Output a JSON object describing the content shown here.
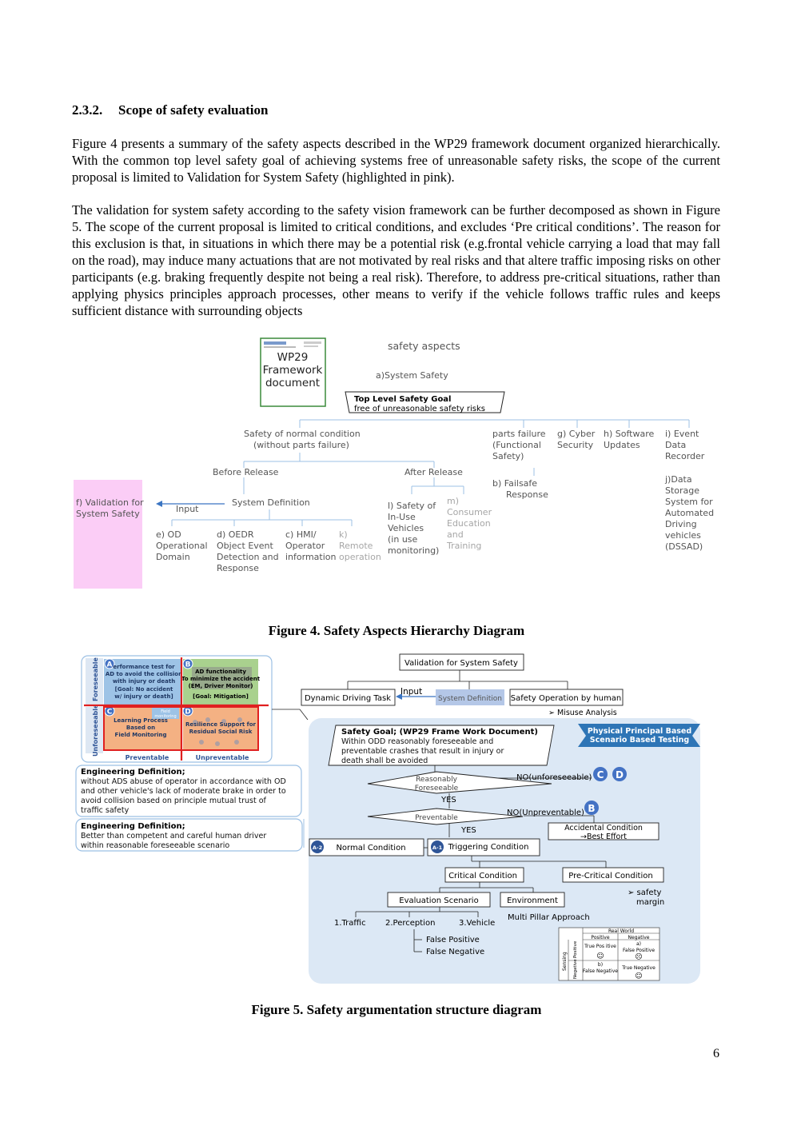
{
  "section": {
    "number": "2.3.2.",
    "title": "Scope of safety evaluation"
  },
  "paragraphs": [
    "Figure 4 presents a summary of the safety aspects described in the WP29 framework document organized hierarchically. With the common top level safety goal of achieving systems free of unreasonable safety risks, the scope of the current proposal is limited to Validation for System Safety (highlighted in pink).",
    "The validation for system safety according to the safety vision framework can be further decomposed as shown in Figure 5. The scope of the current proposal is limited to critical conditions, and excludes ‘Pre critical conditions’. The reason for this exclusion is that, in situations in which there may be a potential risk (e.g.frontal vehicle carrying a load that may fall on the road), may induce many actuations that are not motivated by real risks and that altere traffic imposing risks on other participants (e.g. braking frequently despite not being a real risk). Therefore, to address pre-critical situations, rather than applying physics principles approach processes, other means to verify if the vehicle follows traffic rules and keeps sufficient distance with surrounding objects"
  ],
  "figure4": {
    "caption": "Figure 4. Safety Aspects Hierarchy Diagram",
    "doc_label": [
      "WP29",
      "Framework",
      "document"
    ],
    "root": "safety aspects",
    "system_safety": "a)System Safety",
    "top_goal_title": "Top Level Safety Goal",
    "top_goal_sub": "free of unreasonable safety risks",
    "normal_condition": [
      "Safety of normal condition",
      "(without parts failure)"
    ],
    "before_release": "Before Release",
    "after_release": "After Release",
    "validation": [
      "f) Validation for",
      "System Safety"
    ],
    "input": "Input",
    "system_definition": "System Definition",
    "od": [
      "e) OD",
      "Operational",
      "Domain"
    ],
    "oedr": [
      "d) OEDR",
      "Object Event",
      "Detection and",
      "Response"
    ],
    "hmi": [
      "c) HMI/",
      "Operator",
      "information"
    ],
    "remote": [
      "k)",
      "Remote",
      "operation"
    ],
    "in_use": [
      "l) Safety of",
      "In-Use",
      "Vehicles",
      "(in use",
      "monitoring)"
    ],
    "consumer": [
      "m)",
      "Consumer",
      "Education",
      "and",
      "Training"
    ],
    "parts_failure": [
      "parts failure",
      "(Functional",
      "Safety)"
    ],
    "failsafe": [
      "b) Failsafe",
      "Response"
    ],
    "cyber": [
      "g) Cyber",
      "Security"
    ],
    "software": [
      "h) Software",
      "Updates"
    ],
    "recorder": [
      "i) Event",
      "Data",
      "Recorder"
    ],
    "dssad": [
      "j)Data",
      "Storage",
      "System for",
      "Automated",
      "Driving",
      "vehicles",
      "(DSSAD)"
    ]
  },
  "figure5": {
    "caption": "Figure 5. Safety argumentation structure diagram",
    "matrix": {
      "row_foreseeable": "Foreseeable",
      "row_unforeseeable": "Unforeseeable",
      "col_preventable": "Preventable",
      "col_unpreventable": "Unpreventable",
      "a_letter": "A",
      "a_text": [
        "erformance test for",
        "AD to avoid the collision",
        "with injury or death",
        "[Goal: No accident",
        "w/ injury or death]"
      ],
      "b_letter": "B",
      "b_text": [
        "AD functionality",
        "To minimize the accident",
        "(EM, Driver Monitor)",
        "[Goal: Mitigation]"
      ],
      "c_letter": "C",
      "c_text": [
        "Learning Process",
        "Based on",
        "Field Monitoring"
      ],
      "c_small": [
        "Field",
        "monitoring"
      ],
      "d_letter": "D",
      "d_text": [
        "Resilience Support for",
        "Residual Social Risk"
      ]
    },
    "eng_def1_title": "Engineering Definition;",
    "eng_def1_text": [
      "without ADS abuse of operator in accordance with OD",
      "and other vehicle's lack of moderate brake in order to",
      "avoid collision based on principle mutual trust of",
      "traffic safety"
    ],
    "eng_def2_title": "Engineering Definition;",
    "eng_def2_text": [
      "Better than competent and careful human driver",
      "within reasonable foreseeable scenario"
    ],
    "validation": "Validation for System Safety",
    "ddt": "Dynamic Driving Task",
    "input": "Input",
    "system_definition": "System Definition",
    "safety_operation": "Safety Operation by human",
    "misuse": "➢ Misuse Analysis",
    "banner": [
      "Physical Principal Based",
      "Scenario Based Testing"
    ],
    "safety_goal_title": "Safety Goal; (WP29 Frame Work Document)",
    "safety_goal_text": [
      "Within ODD reasonably foreseeable and",
      "preventable crashes that result in injury or",
      "death shall be avoided"
    ],
    "reasonably": [
      "Reasonably",
      "Foreseeable"
    ],
    "no_unforeseeable": "NO(unforeseeable)",
    "yes1": "YES",
    "preventable": "Preventable",
    "no_unpreventable": "NO(Unpreventable)",
    "yes2": "YES",
    "accidental": [
      "Accidental Condition",
      "→Best Effort"
    ],
    "a2": "A-2",
    "normal": "Normal Condition",
    "a1": "A-1",
    "triggering": "Triggering Condition",
    "critical": "Critical Condition",
    "precritical": "Pre-Critical Condition",
    "safety_margin": [
      "➢ safety",
      "margin"
    ],
    "eval_scenario": "Evaluation Scenario",
    "environment": "Environment",
    "multi_pillar": "Multi Pillar Approach",
    "traffic": "1.Traffic",
    "perception": "2.Perception",
    "vehicle": "3.Vehicle",
    "false_positive": "False Positive",
    "false_negative": "False Negative",
    "circle_c": "C",
    "circle_d": "D",
    "circle_b": "B",
    "cm": {
      "real_world": "Real World",
      "positive": "Positive",
      "negative": "Negative",
      "sensing": "Sensing",
      "pos_row": "Positive",
      "neg_row": "Negative",
      "tp": "True Pos itive",
      "fp": [
        "a)",
        "False Positive"
      ],
      "fn": [
        "b)",
        "False Negative"
      ],
      "tn": "True Negative",
      "smile": "☺",
      "frown": "☹"
    }
  },
  "page_number": "6"
}
